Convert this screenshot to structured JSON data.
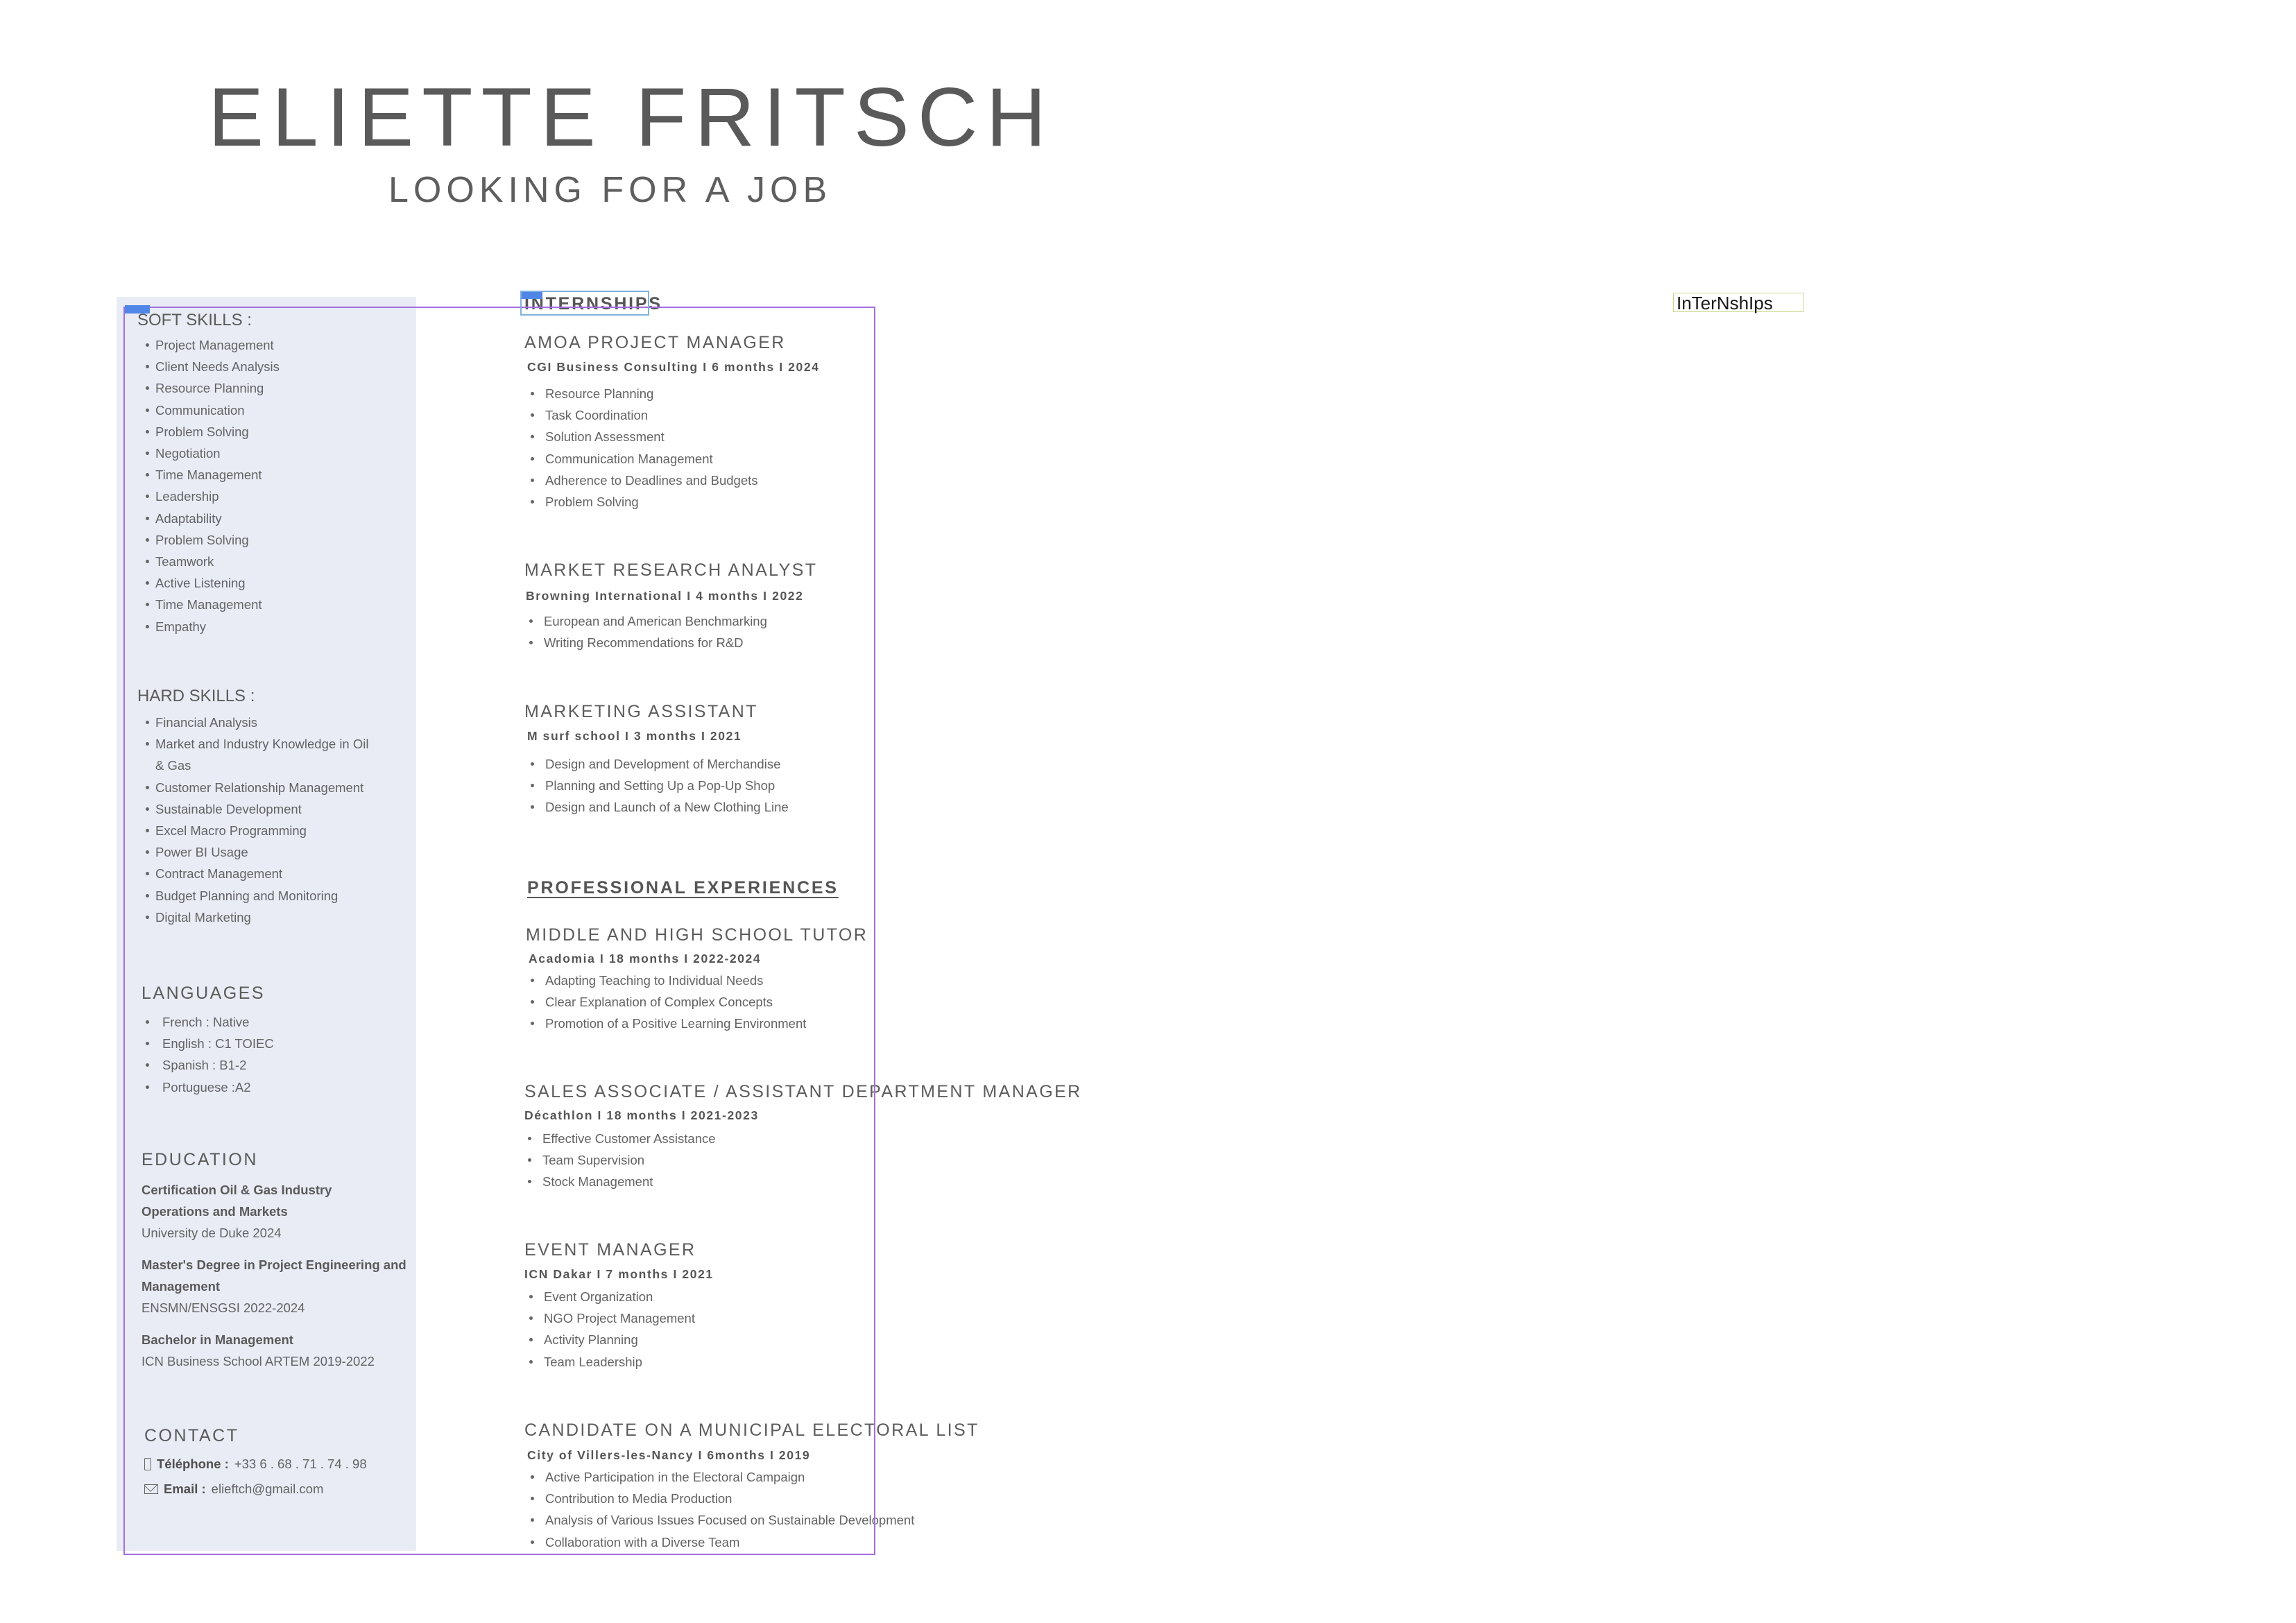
{
  "header": {
    "name": "ELIETTE FRITSCH",
    "subtitle": "LOOKING FOR A JOB"
  },
  "sidebar": {
    "soft_skills": {
      "title": "SOFT SKILLS :",
      "items": [
        "Project Management",
        "Client Needs Analysis",
        "Resource Planning",
        "Communication",
        "Problem Solving",
        "Negotiation",
        "Time Management",
        "Leadership",
        "Adaptability",
        "Problem Solving",
        "Teamwork",
        "Active Listening",
        "Time Management",
        "Empathy"
      ]
    },
    "hard_skills": {
      "title": "HARD SKILLS :",
      "items": [
        "Financial Analysis",
        "Market and Industry Knowledge in Oil & Gas",
        "Customer Relationship Management",
        "Sustainable Development",
        "Excel Macro Programming",
        "Power BI Usage",
        "Contract Management",
        "Budget Planning and Monitoring",
        "Digital Marketing"
      ]
    },
    "languages": {
      "title": "LANGUAGES",
      "items": [
        "French : Native",
        "English : C1 TOIEC",
        "Spanish : B1-2",
        "Portuguese :A2"
      ]
    },
    "education": {
      "title": "EDUCATION",
      "entries": [
        {
          "degree": "Certification Oil & Gas Industry Operations and Markets",
          "school": "University de Duke   2024"
        },
        {
          "degree": "Master's Degree in Project Engineering and Management",
          "school": "ENSMN/ENSGSI   2022-2024"
        },
        {
          "degree": "Bachelor in Management",
          "school": "ICN Business School ARTEM   2019-2022"
        }
      ]
    },
    "contact": {
      "title": "CONTACT",
      "phone_label": "Téléphone :",
      "phone": "+33 6 . 68 . 71 . 74 . 98",
      "email_label": "Email :",
      "email": "elieftch@gmail.com"
    }
  },
  "main": {
    "internships_title": "INTERNSHIPS",
    "internships": [
      {
        "title": "AMOA PROJECT MANAGER",
        "meta": "CGI Business Consulting  I  6 months  I  2024",
        "items": [
          "Resource Planning",
          "Task Coordination",
          "Solution Assessment",
          "Communication Management",
          "Adherence to Deadlines and Budgets",
          "Problem Solving"
        ]
      },
      {
        "title": "MARKET RESEARCH ANALYST",
        "meta": "Browning International  I  4 months  I  2022",
        "items": [
          "European and American Benchmarking",
          "Writing Recommendations for R&D"
        ]
      },
      {
        "title": "MARKETING ASSISTANT",
        "meta": "M surf school  I   3 months  I  2021",
        "items": [
          "Design and Development of Merchandise",
          "Planning and Setting Up a Pop-Up Shop",
          "Design and Launch of a New Clothing Line"
        ]
      }
    ],
    "professional_title": "PROFESSIONAL EXPERIENCES",
    "experiences": [
      {
        "title": "MIDDLE AND HIGH SCHOOL TUTOR",
        "meta": "Acadomia  I  18 months  I  2022-2024",
        "items": [
          "Adapting Teaching to Individual Needs",
          "Clear Explanation of Complex Concepts",
          "Promotion of a Positive Learning Environment"
        ]
      },
      {
        "title": "SALES ASSOCIATE / ASSISTANT DEPARTMENT MANAGER",
        "meta": "Décathlon  I  18 months  I  2021-2023",
        "items": [
          "Effective Customer Assistance",
          "Team Supervision",
          "Stock Management"
        ]
      },
      {
        "title": "EVENT MANAGER",
        "meta": "ICN Dakar  I  7 months  I  2021",
        "items": [
          "Event Organization",
          "NGO Project Management",
          "Activity Planning",
          "Team Leadership"
        ]
      },
      {
        "title": "CANDIDATE ON A MUNICIPAL ELECTORAL LIST",
        "meta": "City of  Villers-les-Nancy  I  6months  I  2019",
        "items": [
          "Active Participation in the Electoral Campaign",
          "Contribution to Media Production",
          "Analysis of Various Issues Focused on Sustainable Development",
          "Collaboration with a Diverse Team"
        ]
      }
    ]
  },
  "overlay": {
    "floating_label": "InTerNshIps"
  }
}
